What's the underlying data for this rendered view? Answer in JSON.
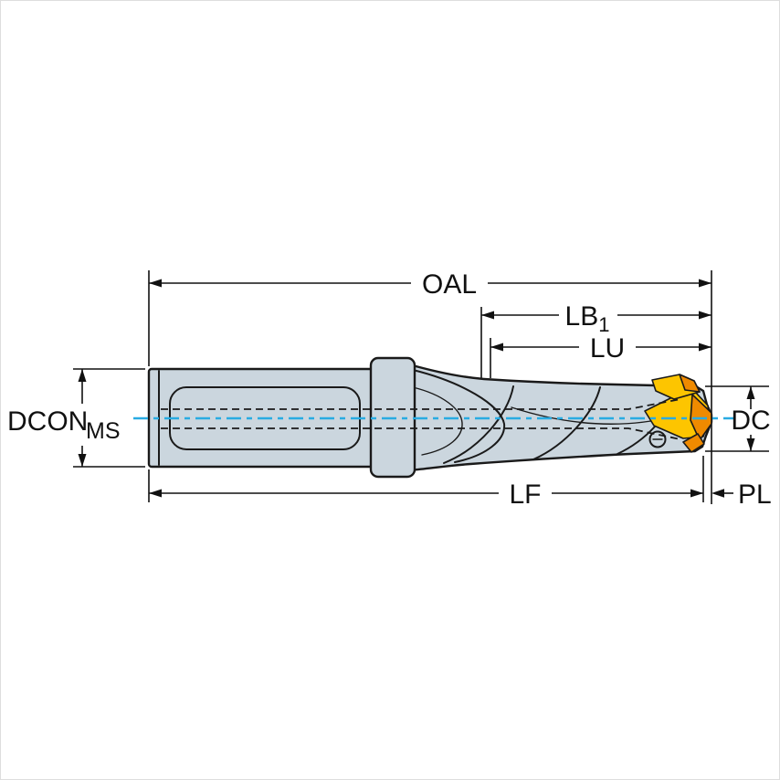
{
  "labels": {
    "oal": "OAL",
    "lb1_main": "LB",
    "lb1_sub": "1",
    "lu": "LU",
    "dcon": "DCON",
    "dcon_sub": "MS",
    "dc": "DC",
    "lf": "LF",
    "pl": "PL"
  },
  "colors": {
    "body_fill": "#cbd6de",
    "body_stroke": "#1a1a1a",
    "centerline": "#29abe2",
    "insert_yellow": "#fdc500",
    "insert_orange": "#ef8a00",
    "dim_color": "#111111"
  }
}
